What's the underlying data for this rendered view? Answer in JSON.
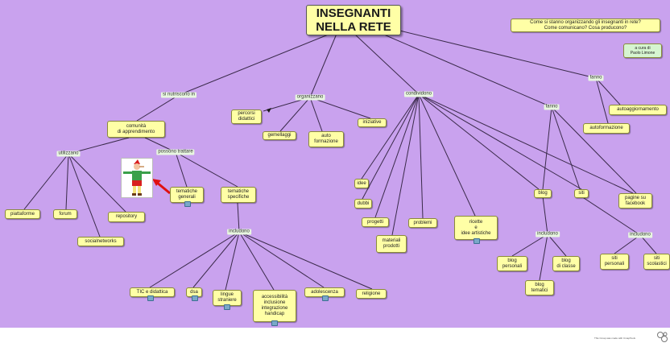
{
  "title": "INSEGNANTI\nNELLA RETE",
  "question": "Come si stanno organizzando gli insegnanti in rete?\nCome comunicano? Cosa producono?",
  "credit": "a cura di\nPaolo Limone",
  "link_labels": {
    "si_nutriscono_in": "si nutriscono in",
    "organizzano": "organizzano",
    "condividono": "condividono",
    "fanno": "fanno",
    "fanno2": "fanno",
    "utilizzano": "utilizzano",
    "possono_trattare": "possono trattare",
    "includono": "includono",
    "includono_blog": "includono",
    "includono_siti": "includono"
  },
  "nodes": {
    "comunita": "comunità\ndi apprendimento",
    "percorsi": "percorsi\ndidattici",
    "gemellaggi": "gemellaggi",
    "autoformazione_org": "auto\nformazione",
    "iniziative": "iniziative",
    "autoaggiornamento": "autoaggiornamento",
    "autoformazione": "autoformazione",
    "piattaforme": "piattaforme",
    "forum": "forum",
    "repository": "repository",
    "socialnetworks": "socialnetworks",
    "tematiche_generali": "tematiche\ngenerali",
    "tematiche_specifiche": "tematiche\nspecifiche",
    "idee": "idee",
    "dubbi": "dubbi",
    "progetti": "progetti",
    "materiali": "materiali\nprodotti",
    "problemi": "problemi",
    "ricette": "ricette\ne\nidee artistiche",
    "blog": "blog",
    "siti": "siti",
    "pagine_facebook": "pagine su\nfacebook",
    "blog_personali": "blog\npersonali",
    "blog_classe": "blog\ndi classe",
    "blog_tematici": "blog\ntematici",
    "siti_personali": "siti\npersonali",
    "siti_scolastici": "siti\nscolastici",
    "tic": "TIC e didattica",
    "dsa": "dsa",
    "lingue": "lingue\nstraniere",
    "accessibilita": "accessibilità\ninclusione\nintegrazione\nhandicap",
    "adolescenza": "adolescenza",
    "religione": "religione"
  },
  "footer": "This Cmap was made with CmapTools",
  "colors": {
    "background": "#c9a2ee",
    "node": "#ffffa6",
    "credit_node": "#d6f5d0",
    "link_label": "#e8f7e0",
    "line": "#3a2a4a",
    "arrow": "#e01010"
  },
  "icons": [
    "pinocchio-image",
    "resource-badge-icon",
    "cmap-logo-icon"
  ]
}
